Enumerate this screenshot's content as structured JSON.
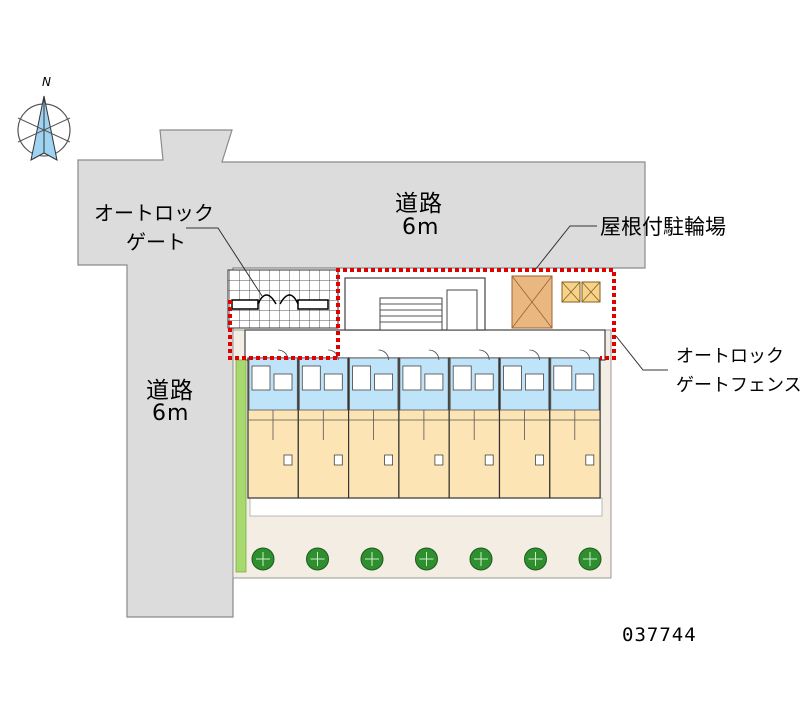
{
  "compass": {
    "north_label": "N"
  },
  "roads": {
    "north": {
      "name": "道路",
      "width": "6m"
    },
    "west": {
      "name": "道路",
      "width": "6m"
    }
  },
  "callouts": {
    "autolock_gate": {
      "line1": "オートロック",
      "line2": "ゲート"
    },
    "bicycle_parking": {
      "text": "屋根付駐輪場"
    },
    "autolock_gate_fence": {
      "line1": "オートロック",
      "line2": "ゲートフェンス"
    }
  },
  "property_code": "037744",
  "colors": {
    "road": "#dcdcdc",
    "room": "#fce4b4",
    "wet_area": "#bfe3f8",
    "fence": "#e00000",
    "hedge": "#a8d870",
    "tree": "#2f8f2f",
    "bike_shelter": "#e8b880",
    "lot": "#f4ede4"
  },
  "units_count": 7,
  "trees_count": 7
}
